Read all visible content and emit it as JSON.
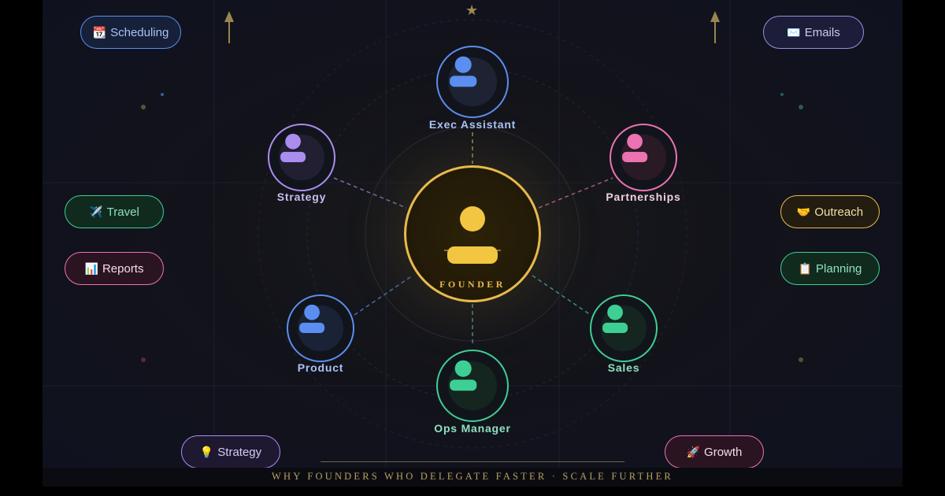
{
  "center": {
    "label": "FOUNDER",
    "color": "#e8b94e"
  },
  "roles": [
    {
      "id": "exec-assistant",
      "label": "Exec Assistant",
      "color": "#5b8ef0",
      "fill": "#1d2333",
      "text": "#a9c2f5"
    },
    {
      "id": "strategy",
      "label": "Strategy",
      "color": "#a98ef0",
      "fill": "#221f33",
      "text": "#c9bdf0"
    },
    {
      "id": "partnerships",
      "label": "Partnerships",
      "color": "#ec73b2",
      "fill": "#2a1a26",
      "text": "#f0d0e0"
    },
    {
      "id": "product",
      "label": "Product",
      "color": "#5b8ef0",
      "fill": "#1a2236",
      "text": "#a9c2f5"
    },
    {
      "id": "sales",
      "label": "Sales",
      "color": "#3ecf95",
      "fill": "#14261f",
      "text": "#8fe0bf"
    },
    {
      "id": "ops-manager",
      "label": "Ops Manager",
      "color": "#3ecf95",
      "fill": "#14261f",
      "text": "#8fe0bf"
    }
  ],
  "tasks": [
    {
      "id": "scheduling",
      "icon": "📆",
      "label": "Scheduling",
      "color": "#5b8ef0",
      "bg": "#162038",
      "text": "#a9c2f5"
    },
    {
      "id": "emails",
      "icon": "✉️",
      "label": "Emails",
      "color": "#9a8ee0",
      "bg": "#1c1d38",
      "text": "#d0c8f0"
    },
    {
      "id": "travel",
      "icon": "✈️",
      "label": "Travel",
      "color": "#3ecf95",
      "bg": "#112a1e",
      "text": "#8fe0bf"
    },
    {
      "id": "outreach",
      "icon": "🤝",
      "label": "Outreach",
      "color": "#e8b94e",
      "bg": "#221d10",
      "text": "#f2dfa8"
    },
    {
      "id": "reports",
      "icon": "📊",
      "label": "Reports",
      "color": "#ec73b2",
      "bg": "#2a1422",
      "text": "#f5dbe8"
    },
    {
      "id": "planning",
      "icon": "📋",
      "label": "Planning",
      "color": "#3ecf95",
      "bg": "#112a1e",
      "text": "#8fe0bf"
    },
    {
      "id": "strategy-task",
      "icon": "💡",
      "label": "Strategy",
      "color": "#a98ef0",
      "bg": "#1e1830",
      "text": "#d6caf5"
    },
    {
      "id": "growth",
      "icon": "🚀",
      "label": "Growth",
      "color": "#ec73b2",
      "bg": "#2a1422",
      "text": "#f5dbe8"
    }
  ],
  "decoration": {
    "star": "★"
  },
  "footer": "WHY FOUNDERS WHO DELEGATE FASTER · SCALE FURTHER"
}
